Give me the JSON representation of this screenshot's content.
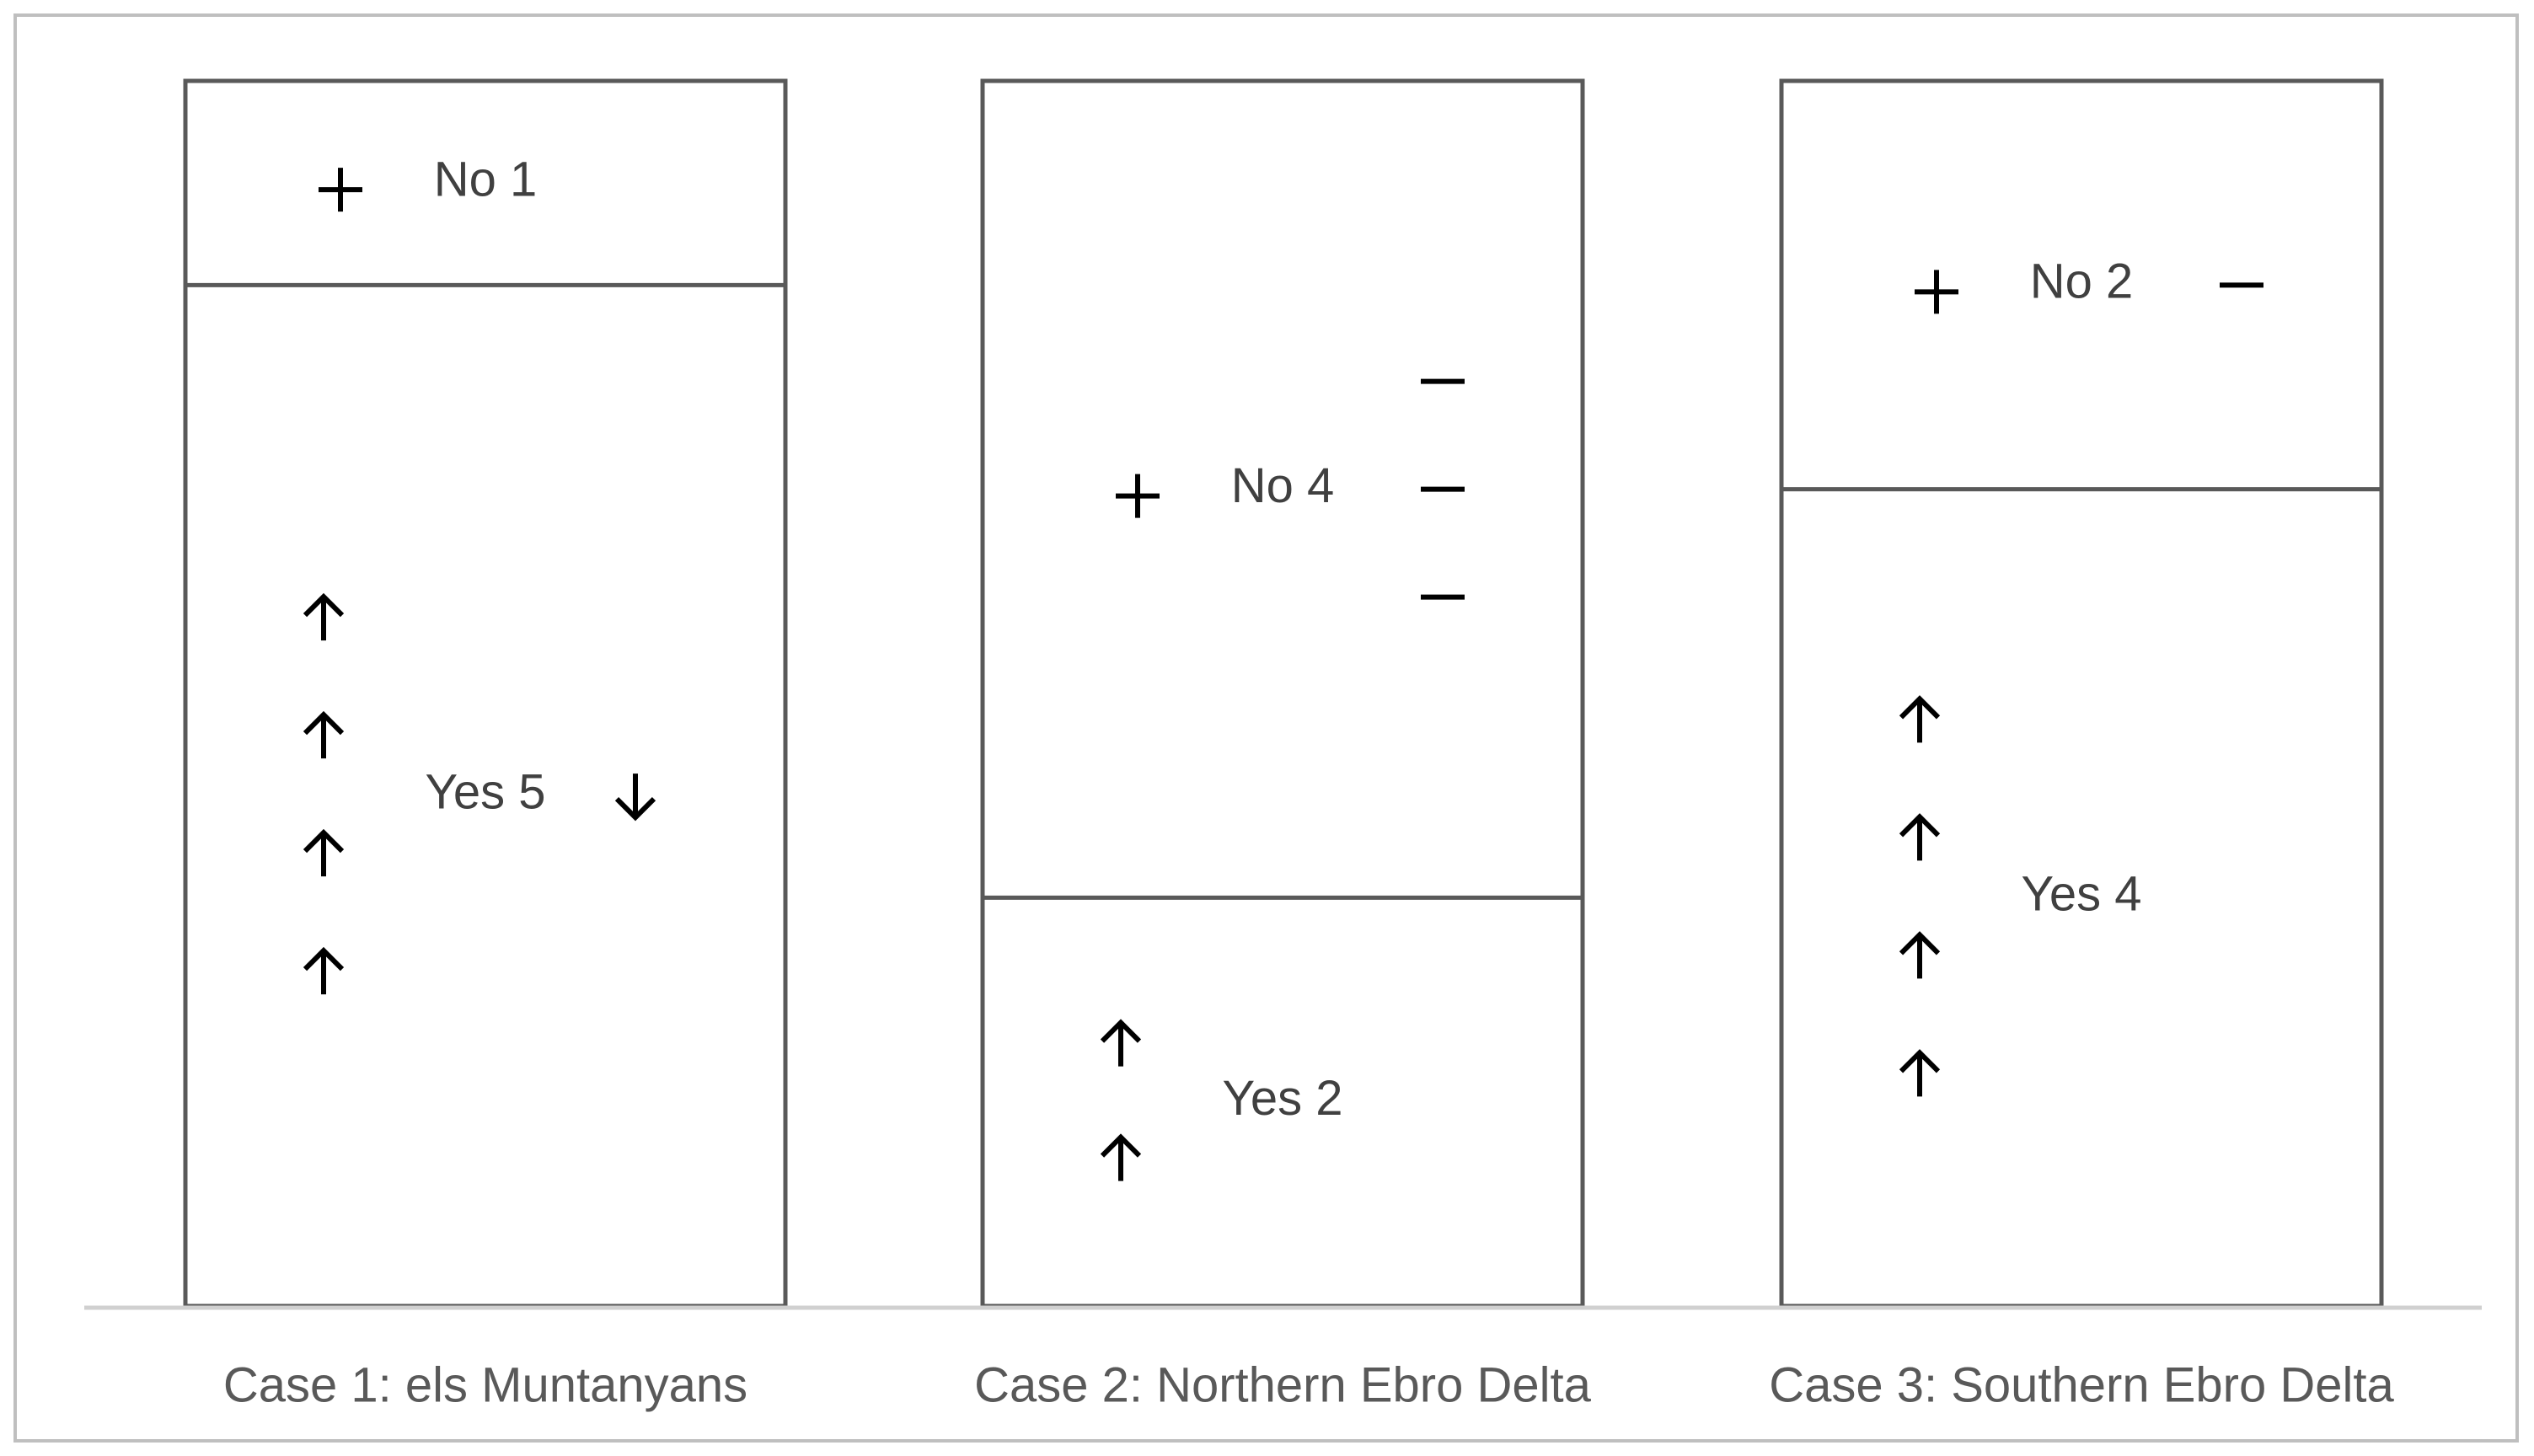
{
  "chart_data": {
    "type": "bar",
    "stacked": true,
    "categories": [
      "Case 1: els Muntanyans",
      "Case 2: Northern Ebro Delta",
      "Case 3: Southern Ebro Delta"
    ],
    "series": [
      {
        "name": "Yes",
        "values": [
          5,
          2,
          4
        ]
      },
      {
        "name": "No",
        "values": [
          1,
          4,
          2
        ]
      }
    ],
    "segment_labels": [
      {
        "no": "No 1",
        "yes": "Yes 5"
      },
      {
        "no": "No 4",
        "yes": "Yes 2"
      },
      {
        "no": "No 2",
        "yes": "Yes 4"
      }
    ],
    "symbols": [
      {
        "no": {
          "plus": 1,
          "minus": 0
        },
        "yes": {
          "up": 4,
          "down": 1
        }
      },
      {
        "no": {
          "plus": 1,
          "minus": 3
        },
        "yes": {
          "up": 2,
          "down": 0
        }
      },
      {
        "no": {
          "plus": 1,
          "minus": 1
        },
        "yes": {
          "up": 4,
          "down": 0
        }
      }
    ],
    "ylim": [
      0,
      6
    ],
    "title": "",
    "xlabel": "",
    "ylabel": "",
    "grid": false,
    "legend": "none",
    "colors": {
      "box_stroke": "#595959",
      "baseline": "#d0d0d0",
      "frame": "#bfbfbf",
      "symbol": "#000000",
      "text": "#404040"
    }
  }
}
